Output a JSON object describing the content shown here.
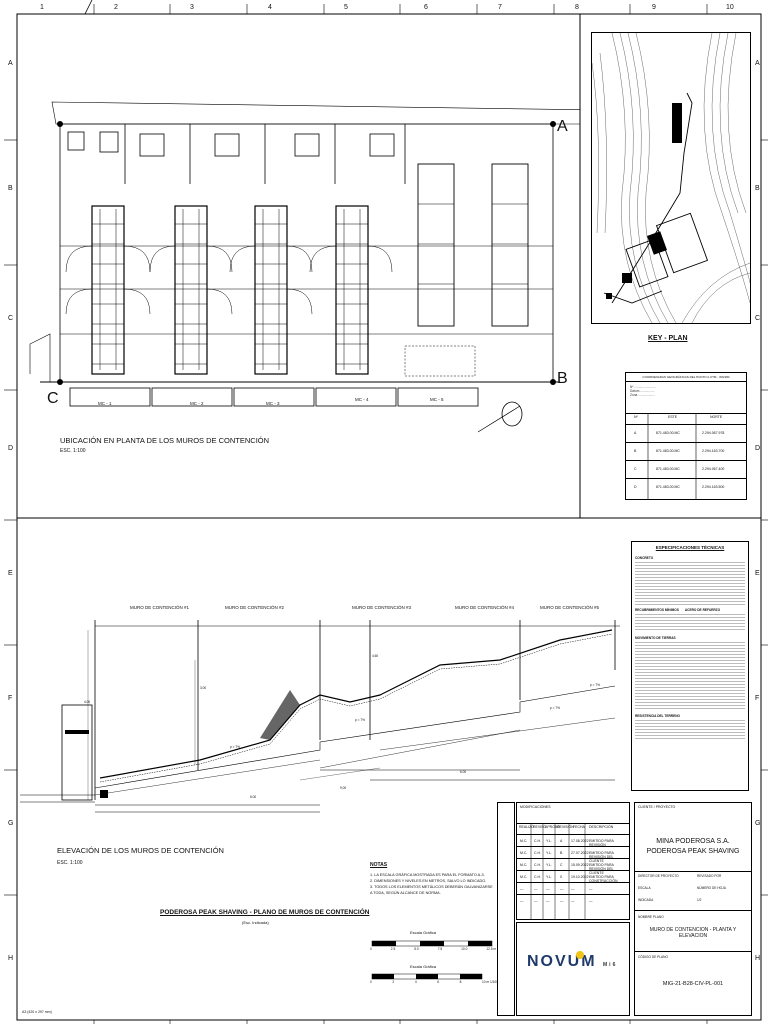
{
  "grid": {
    "columns": [
      "1",
      "2",
      "3",
      "4",
      "5",
      "6",
      "7",
      "8",
      "9",
      "10"
    ],
    "rows": [
      "A",
      "B",
      "C",
      "D",
      "E",
      "F",
      "G",
      "H"
    ]
  },
  "plan": {
    "title": "UBICACIÓN EN PLANTA DE LOS MUROS DE CONTENCIÓN",
    "scale": "ESC. 1:100",
    "axis_a": "A",
    "axis_b": "B",
    "axis_c": "C",
    "wall_labels": [
      "MC - 1",
      "MC - 2",
      "MC - 3",
      "MC - 4",
      "MC - 5"
    ]
  },
  "key_plan": {
    "title": "KEY  -  PLAN"
  },
  "coords": {
    "header": "COORDENADAS GEOGRÁFICAS DEL PUNTO A UTM - WGS84",
    "cols": [
      "Nº",
      "ESTE",
      "NORTE"
    ],
    "rows": [
      [
        "A",
        "871.483.00.MC",
        "2.294.067.978"
      ],
      [
        "B",
        "871.483.00.MC",
        "2.294.163.700"
      ],
      [
        "C",
        "871.483.00.MC",
        "2.294.067.400"
      ],
      [
        "D",
        "871.483.00.MC",
        "2.294.163.500"
      ]
    ]
  },
  "specs": {
    "title": "ESPECIFICACIONES TÉCNICAS",
    "concreto": "CONCRETO",
    "recubrimientos": "RECUBRIMIENTOS MÍNIMOS",
    "acero": "ACERO DE REFUERZO",
    "movimiento": "MOVIMIENTO DE TIERRAS",
    "resistencia": "RESISTENCIA DEL TERRENO"
  },
  "elevation": {
    "title": "ELEVACIÓN DE LOS MUROS DE CONTENCIÓN",
    "scale": "ESC. 1:100",
    "walls": [
      "MURO DE CONTENCIÓN  #1",
      "MURO DE CONTENCIÓN  #2",
      "MURO DE CONTENCIÓN  #3",
      "MURO DE CONTENCIÓN  #4",
      "MURO DE CONTENCIÓN  #5"
    ],
    "dims": [
      "4.00",
      "3.00",
      "6.00",
      "9.00",
      "6.00",
      "4.60"
    ],
    "slopes": [
      "p = 7%",
      "p = 7%",
      "p = 7%",
      "p = 7%"
    ]
  },
  "notes": {
    "title": "NOTAS",
    "items": [
      "1. LA ESCALA GRÁFICA MOSTRADA ES PARA EL FORMATO A-3.",
      "2. DIMENSIONES Y NIVELES EN METROS, SALVO LO INDICADO.",
      "3. TODOS LOS ELEMENTOS METÁLICOS DEBERÁN GALVANIZARSE A TODA, SEGÚN ALCANCE DE NORMA."
    ]
  },
  "drawing_title": {
    "main": "PODEROSA PEAK SHAVING  -  PLANO DE MUROS DE CONTENCIÓN",
    "sub": "(Esc. Indicada)"
  },
  "scales": {
    "label1": "Escala Gráfica",
    "ticks1": [
      "0",
      "2.5",
      "5.0",
      "7.5",
      "10.0",
      "12.5 m 1/125"
    ],
    "label2": "Escala Gráfica",
    "ticks2": [
      "0",
      "2",
      "4",
      "6",
      "8",
      "10 m 1/100"
    ]
  },
  "revisions": {
    "header": "MODIFICACIONES",
    "cols": [
      "REALIZÓ",
      "REVISÓ",
      "APROBÓ",
      "REVISIÓN",
      "FECHA",
      "DESCRIPCIÓN"
    ],
    "rows": [
      [
        "M.C.",
        "C.H.",
        "Y.L.",
        "A",
        "17.08.2022",
        "EMITIDO PARA REVISIÓN"
      ],
      [
        "M.C.",
        "C.H.",
        "Y.L.",
        "B",
        "27.07.2022",
        "EMITIDO PARA REVISIÓN DEL CLIENTE"
      ],
      [
        "M.C.",
        "C.H.",
        "Y.L.",
        "C",
        "15.09.2022",
        "EMITIDO PARA REVISIÓN DEL CLIENTE"
      ],
      [
        "M.C.",
        "C.H.",
        "Y.L.",
        "0",
        "19.10.2022",
        "EMITIDO PARA CONSTRUCCIÓN"
      ],
      [
        "—",
        "—",
        "—",
        "—",
        "—",
        "—"
      ],
      [
        "—",
        "—",
        "—",
        "—",
        "—",
        "—"
      ]
    ]
  },
  "titleblock": {
    "project_label": "CLIENTE / PROYECTO",
    "client": "MINA PODEROSA S.A.",
    "project": "PODEROSA PEAK SHAVING",
    "fields": [
      [
        "DIRECTOR DE PROYECTO",
        "REVISADO POR"
      ],
      [
        "ESCALA",
        "NÚMERO DE HOJA"
      ],
      [
        "INDICADA",
        "1/2"
      ]
    ],
    "plan_name_label": "NOMBRE PLANO",
    "plan_name": "MURO DE CONTENCION - PLANTA Y ELEVACION",
    "code_label": "CÓDIGO DE PLANO",
    "code": "MIG-21-B28-CIV-PL-001",
    "logo_text": "NOVUM",
    "logo_sub": "Mi6"
  },
  "format_label": "A3 (420 x 297 mm)"
}
